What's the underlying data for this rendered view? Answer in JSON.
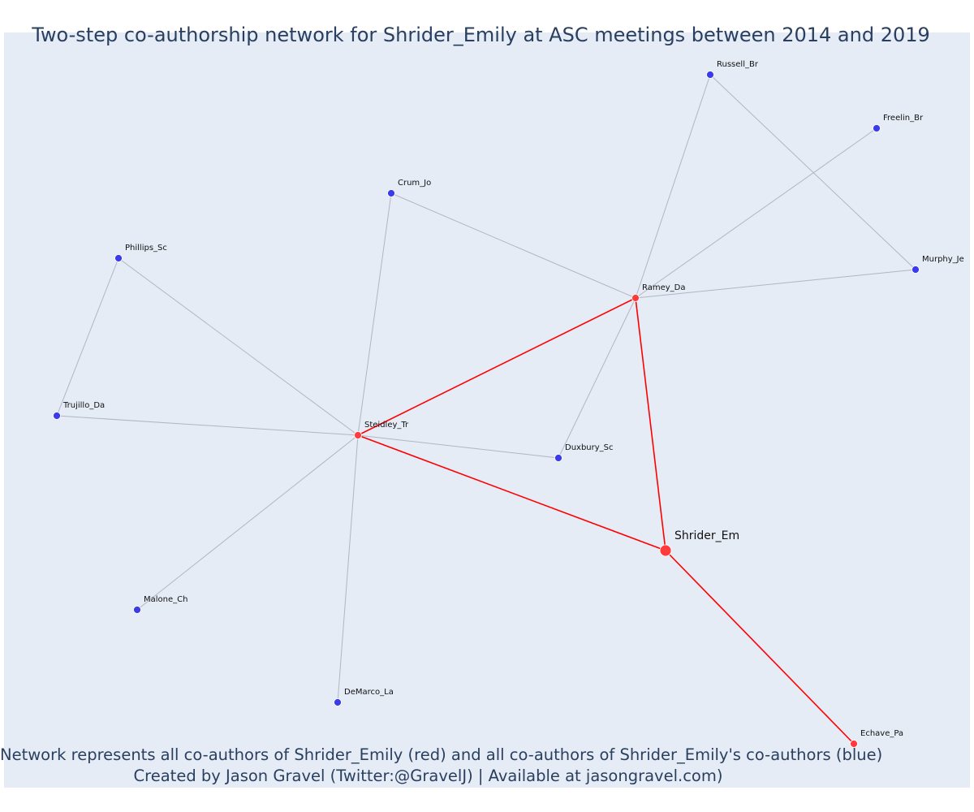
{
  "title": "Two-step co-authorship network for Shrider_Emily at ASC meetings between 2014 and 2019",
  "caption": {
    "line1": "Network represents all co-authors of Shrider_Emily (red) and all co-authors of Shrider_Emily's co-authors (blue)",
    "line2": "Created by Jason Gravel (Twitter:@GravelJ) | Available at jasongravel.com)"
  },
  "colors": {
    "background": "#e5ecf6",
    "text": "#2a3f5f",
    "red_node": "#ff3b3b",
    "blue_node": "#3b3bea",
    "red_edge": "#ff0000",
    "grey_edge": "#b4b4c4"
  },
  "nodes": [
    {
      "id": "Shrider_Em",
      "label": "Shrider_Em",
      "group": "focal"
    },
    {
      "id": "Ramey_Da",
      "label": "Ramey_Da",
      "group": "red"
    },
    {
      "id": "Steidley_Tr",
      "label": "Steidley_Tr",
      "group": "red"
    },
    {
      "id": "Echave_Pa",
      "label": "Echave_Pa",
      "group": "red"
    },
    {
      "id": "Russell_Br",
      "label": "Russell_Br",
      "group": "blue"
    },
    {
      "id": "Freelin_Br",
      "label": "Freelin_Br",
      "group": "blue"
    },
    {
      "id": "Murphy_Je",
      "label": "Murphy_Je",
      "group": "blue"
    },
    {
      "id": "Crum_Jo",
      "label": "Crum_Jo",
      "group": "blue"
    },
    {
      "id": "Phillips_Sc",
      "label": "Phillips_Sc",
      "group": "blue"
    },
    {
      "id": "Trujillo_Da",
      "label": "Trujillo_Da",
      "group": "blue"
    },
    {
      "id": "Duxbury_Sc",
      "label": "Duxbury_Sc",
      "group": "blue"
    },
    {
      "id": "Malone_Ch",
      "label": "Malone_Ch",
      "group": "blue"
    },
    {
      "id": "DeMarco_La",
      "label": "DeMarco_La",
      "group": "blue"
    }
  ],
  "edges": [
    {
      "source": "Shrider_Em",
      "target": "Ramey_Da",
      "group": "red"
    },
    {
      "source": "Shrider_Em",
      "target": "Steidley_Tr",
      "group": "red"
    },
    {
      "source": "Shrider_Em",
      "target": "Echave_Pa",
      "group": "red"
    },
    {
      "source": "Ramey_Da",
      "target": "Steidley_Tr",
      "group": "red"
    },
    {
      "source": "Ramey_Da",
      "target": "Russell_Br",
      "group": "grey"
    },
    {
      "source": "Ramey_Da",
      "target": "Freelin_Br",
      "group": "grey"
    },
    {
      "source": "Ramey_Da",
      "target": "Murphy_Je",
      "group": "grey"
    },
    {
      "source": "Ramey_Da",
      "target": "Crum_Jo",
      "group": "grey"
    },
    {
      "source": "Ramey_Da",
      "target": "Duxbury_Sc",
      "group": "grey"
    },
    {
      "source": "Russell_Br",
      "target": "Murphy_Je",
      "group": "grey"
    },
    {
      "source": "Steidley_Tr",
      "target": "Crum_Jo",
      "group": "grey"
    },
    {
      "source": "Steidley_Tr",
      "target": "Phillips_Sc",
      "group": "grey"
    },
    {
      "source": "Steidley_Tr",
      "target": "Trujillo_Da",
      "group": "grey"
    },
    {
      "source": "Steidley_Tr",
      "target": "Duxbury_Sc",
      "group": "grey"
    },
    {
      "source": "Steidley_Tr",
      "target": "Malone_Ch",
      "group": "grey"
    },
    {
      "source": "Steidley_Tr",
      "target": "DeMarco_La",
      "group": "grey"
    },
    {
      "source": "Phillips_Sc",
      "target": "Trujillo_Da",
      "group": "grey"
    }
  ]
}
